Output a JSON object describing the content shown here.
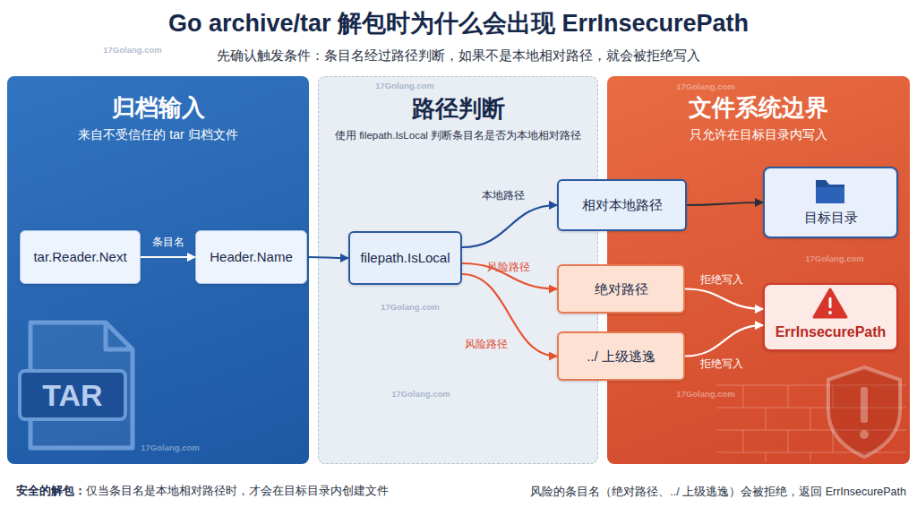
{
  "diagram": {
    "title": "Go archive/tar 解包时为什么会出现 ErrInsecurePath",
    "nodes": [
      {
        "text": [
          "归档输入",
          "来自不受信任的 tar 归档文件"
        ]
      },
      {
        "text": [
          "路径判断",
          "使用 filepath.IsLocal 判断条目名是否为本地相对路径"
        ]
      },
      {
        "text": [
          "文件系统边界",
          "只允许在目标目录内写入"
        ]
      },
      {
        "text": [
          "tar.Reader.Next"
        ],
        "in": 0
      },
      {
        "text": [
          "Header.Name"
        ],
        "in": 0
      },
      {
        "text": [
          "filepath.IsLocal"
        ],
        "in": 1
      },
      {
        "text": [
          "相对本地路径"
        ]
      },
      {
        "text": [
          "绝对路径"
        ]
      },
      {
        "text": [
          "../ 上级逃逸"
        ]
      },
      {
        "text": [
          "目标目录"
        ],
        "in": 2
      },
      {
        "text": [
          "ErrInsecurePath"
        ],
        "in": 2
      }
    ],
    "edges": [
      {
        "from": 3,
        "to": 4,
        "arrow": "to",
        "label": "条目名"
      },
      {
        "from": 4,
        "to": 5,
        "arrow": "to"
      },
      {
        "from": 5,
        "to": 6,
        "arrow": "to",
        "label": "本地路径"
      },
      {
        "from": 5,
        "to": 7,
        "arrow": "to",
        "label": "风险路径"
      },
      {
        "from": 5,
        "to": 8,
        "arrow": "to",
        "label": "风险路径"
      },
      {
        "from": 6,
        "to": 9,
        "arrow": "to"
      },
      {
        "from": 7,
        "to": 10,
        "arrow": "to",
        "label": "拒绝写入"
      },
      {
        "from": 8,
        "to": 10,
        "arrow": "to",
        "label": "拒绝写入"
      }
    ],
    "labels": [
      "先确认触发条件：条目名经过路径判断，如果不是本地相对路径，就会被拒绝写入",
      "TAR",
      "17Golang.com",
      "17Golang.com",
      "17Golang.com",
      "17Golang.com",
      "17Golang.com",
      "17Golang.com",
      "17Golang.com",
      "17Golang.com",
      "安全的解包：",
      "仅当条目名是本地相对路径时，才会在目标目录内创建文件",
      "风险的条目名（绝对路径、../ 上级逃逸）会被拒绝，返回 ErrInsecurePath"
    ]
  }
}
